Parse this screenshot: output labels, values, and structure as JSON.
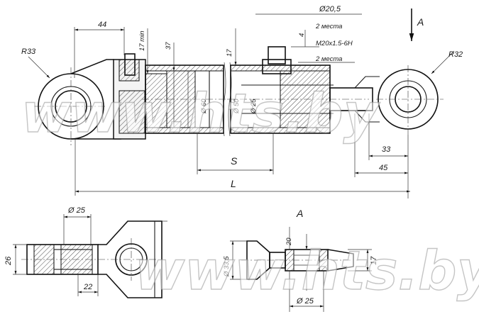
{
  "top_view": {
    "dim_44": "44",
    "dim_17min": "17 min",
    "dim_37": "37",
    "dim_R33": "R33",
    "dim_17": "17",
    "dim_d60": "Ø 60",
    "dim_d50": "Ø 50",
    "dim_d25": "Ø 25",
    "dim_d20_5": "Ø20,5",
    "note_2places_a": "2 места",
    "dim_4": "4",
    "thread": "M20x1.5-6H",
    "note_2places_b": "2 места",
    "view_A": "A",
    "dim_R32": "R32",
    "dim_33": "33",
    "dim_45": "45",
    "dim_S": "S",
    "dim_L": "L"
  },
  "bottom_view": {
    "dim_d25_left": "Ø 25",
    "dim_26": "26",
    "dim_22": "22",
    "view_A_label": "A",
    "dim_20": "20",
    "dim_d33_5": "Ø 33,5",
    "dim_17": "17",
    "dim_d25_bottom": "Ø 25"
  },
  "watermark": "www.hts.by",
  "colors": {
    "line": "#111111",
    "watermark_stroke": "#969696"
  }
}
